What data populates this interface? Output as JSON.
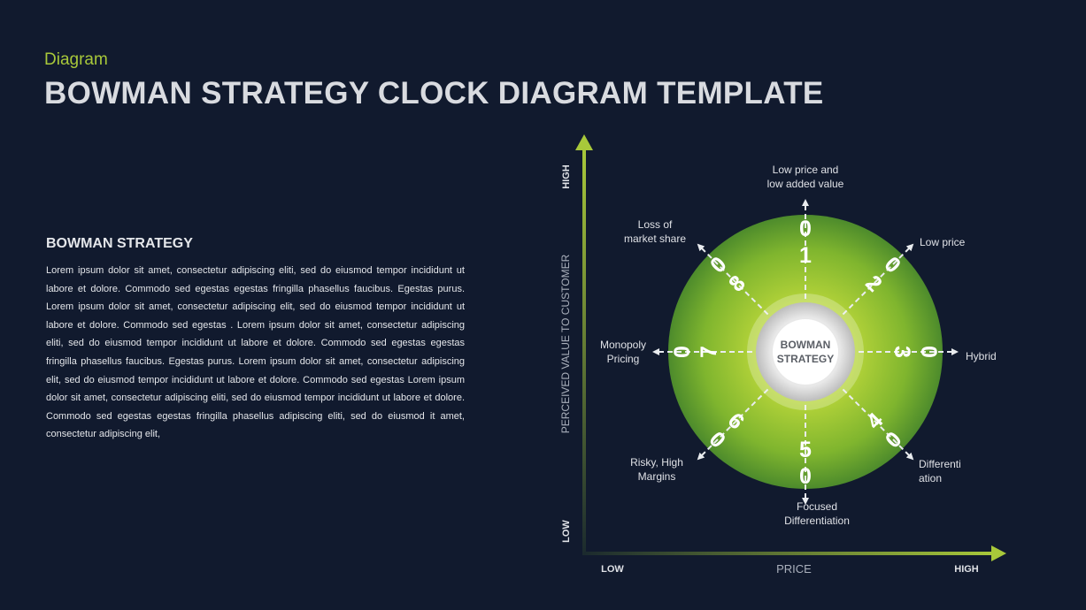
{
  "header": {
    "eyebrow": "Diagram",
    "title": "BOWMAN STRATEGY CLOCK DIAGRAM TEMPLATE"
  },
  "content": {
    "section_title": "BOWMAN STRATEGY",
    "body": "Lorem ipsum dolor sit amet, consectetur adipiscing eliti, sed do eiusmod tempor incididunt ut labore et dolore. Commodo sed egestas egestas fringilla phasellus faucibus. Egestas purus. Lorem ipsum dolor sit amet, consectetur adipiscing elit, sed do eiusmod tempor incididunt ut labore et dolore. Commodo sed egestas . Lorem ipsum dolor sit amet, consectetur adipiscing eliti, sed do eiusmod tempor incididunt ut labore et dolore. Commodo sed egestas egestas fringilla phasellus faucibus. Egestas purus. Lorem ipsum dolor sit amet, consectetur adipiscing elit, sed do eiusmod tempor incididunt ut labore et dolore. Commodo sed egestas Lorem ipsum dolor sit amet, consectetur adipiscing eliti, sed do eiusmod tempor incididunt ut labore et dolore. Commodo sed egestas egestas fringilla phasellus adipiscing eliti, sed do eiusmod it amet, consectetur adipiscing elit,"
  },
  "diagram": {
    "center_label": [
      "BOWMAN",
      "STRATEGY"
    ],
    "y_axis": {
      "label": "PERCEIVED VALUE TO CUSTOMER",
      "high": "HIGH",
      "low": "LOW"
    },
    "x_axis": {
      "label": "PRICE",
      "low": "LOW",
      "high": "HIGH"
    },
    "positions": [
      {
        "number": "01",
        "label": [
          "Low price and",
          "low added value"
        ]
      },
      {
        "number": "02",
        "label": [
          "Low price"
        ]
      },
      {
        "number": "03",
        "label": [
          "Hybrid"
        ]
      },
      {
        "number": "04",
        "label": [
          "Differenti",
          "ation"
        ]
      },
      {
        "number": "05",
        "label": [
          "Focused",
          "Differentiation"
        ]
      },
      {
        "number": "06",
        "label": [
          "Risky, High",
          "Margins"
        ]
      },
      {
        "number": "07",
        "label": [
          "Monopoly",
          "Pricing"
        ]
      },
      {
        "number": "08",
        "label": [
          "Loss of",
          "market share"
        ]
      }
    ]
  },
  "colors": {
    "background": "#111a2e",
    "accent": "#a8c83a",
    "title": "#d9dbe0",
    "label": "#dfe1e6"
  }
}
